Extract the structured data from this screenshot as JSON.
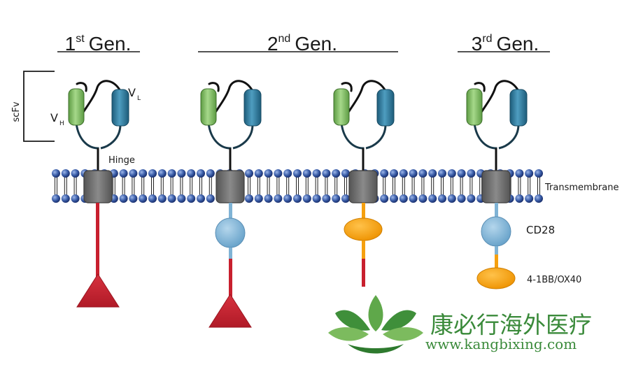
{
  "generations": [
    {
      "number": "1",
      "suffix": "st",
      "word": "Gen."
    },
    {
      "number": "2",
      "suffix": "nd",
      "word": "Gen."
    },
    {
      "number": "3",
      "suffix": "rd",
      "word": "Gen."
    }
  ],
  "labels": {
    "scfv": "scFv",
    "vh_main": "V",
    "vh_sub": "H",
    "vl_main": "V",
    "vl_sub": "L",
    "hinge": "Hinge",
    "transmembrane": "Transmembrane",
    "cd28": "CD28",
    "costim": "4-1BB/OX40"
  },
  "watermark": {
    "title": "康必行海外医疗",
    "url": "www.kangbixing.com"
  },
  "colors": {
    "vh_green": "#7bbf5a",
    "vl_blue": "#2e7c9e",
    "tm_gray": "#6d6d6d",
    "lipid_head": "#3a5da8",
    "cd3z_red": "#c8202e",
    "cd28_blue": "#7fb3d5",
    "costim_orange": "#f5a00f",
    "watermark_green": "#3a8a3a"
  }
}
